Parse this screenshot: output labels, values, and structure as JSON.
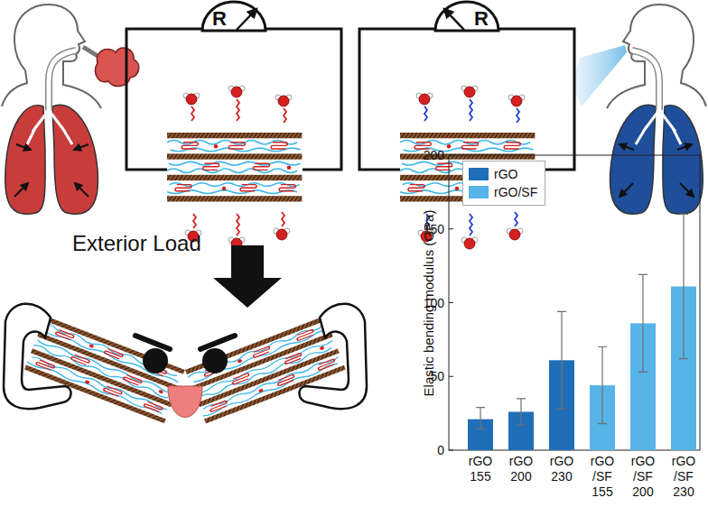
{
  "diagram": {
    "nodes": [
      {
        "text": [
          "R"
        ]
      },
      {
        "text": [
          "R"
        ]
      }
    ],
    "labels": [
      "Exterior Load",
      "200",
      "150",
      "100",
      "50",
      "0",
      "Elastic bending modulus (GPa)",
      "rGO 155",
      "rGO 200",
      "rGO 230",
      "rGO /SF 155",
      "rGO /SF 200",
      "rGO /SF 230"
    ],
    "legend": [
      {
        "text": "rGO",
        "color": "#1f6fb8"
      },
      {
        "text": "rGO/SF",
        "color": "#56b4e9"
      }
    ]
  }
}
